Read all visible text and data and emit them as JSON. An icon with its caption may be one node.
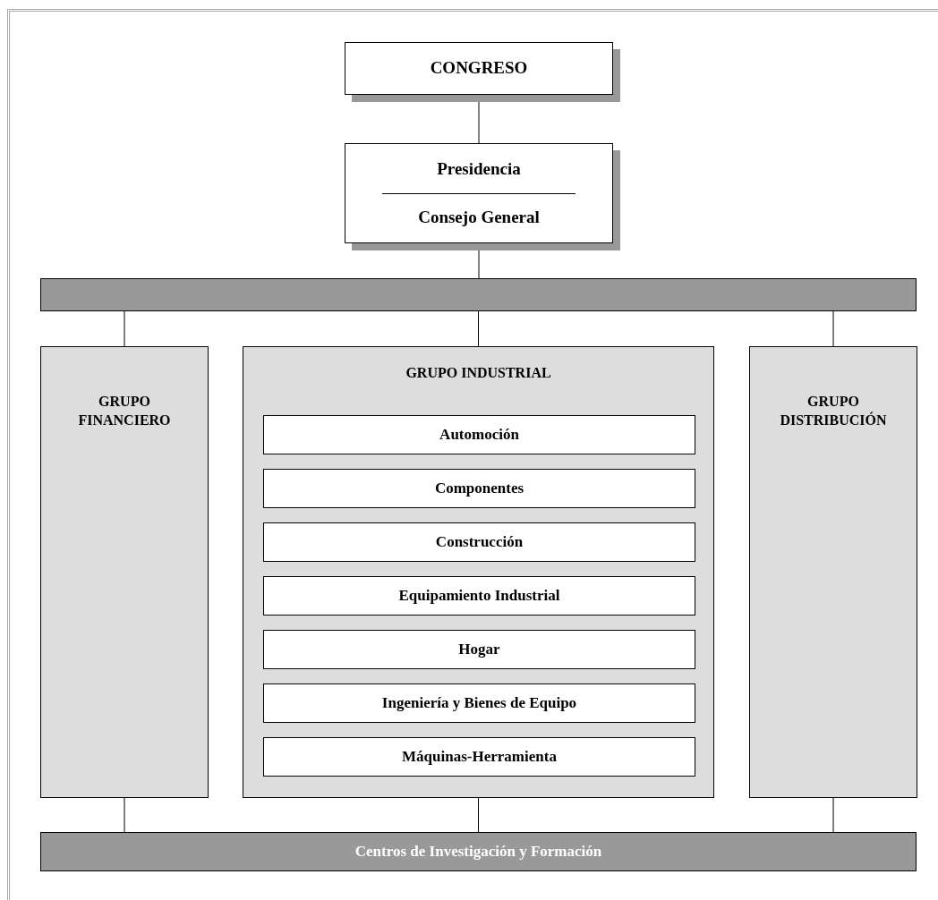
{
  "diagram": {
    "nodes": [
      {
        "text": [
          "CONGRESO"
        ]
      },
      {
        "text": [
          "Presidencia",
          "Consejo General"
        ]
      },
      {
        "text": [],
        "shape": "bar"
      },
      {
        "text": [
          "GRUPO FINANCIERO"
        ]
      },
      {
        "text": [
          "GRUPO INDUSTRIAL"
        ]
      },
      {
        "text": [
          "Automoción"
        ],
        "in": 4
      },
      {
        "text": [
          "Componentes"
        ],
        "in": 4
      },
      {
        "text": [
          "Construcción"
        ],
        "in": 4
      },
      {
        "text": [
          "Equipamiento Industrial"
        ],
        "in": 4
      },
      {
        "text": [
          "Hogar"
        ],
        "in": 4
      },
      {
        "text": [
          "Ingeniería y Bienes de Equipo"
        ],
        "in": 4
      },
      {
        "text": [
          "Máquinas-Herramienta"
        ],
        "in": 4
      },
      {
        "text": [
          "GRUPO DISTRIBUCIÓN"
        ]
      },
      {
        "text": [
          "Centros de Investigación y Formación"
        ]
      }
    ],
    "edges": [
      {
        "from": 0,
        "to": 1,
        "arrow": "none"
      },
      {
        "from": 1,
        "to": 2,
        "arrow": "none"
      },
      {
        "from": 2,
        "to": 3,
        "arrow": "none"
      },
      {
        "from": 2,
        "to": 4,
        "arrow": "none"
      },
      {
        "from": 2,
        "to": 12,
        "arrow": "none"
      },
      {
        "from": 3,
        "to": 13,
        "arrow": "none"
      },
      {
        "from": 4,
        "to": 13,
        "arrow": "none"
      },
      {
        "from": 12,
        "to": 13,
        "arrow": "none"
      }
    ]
  }
}
